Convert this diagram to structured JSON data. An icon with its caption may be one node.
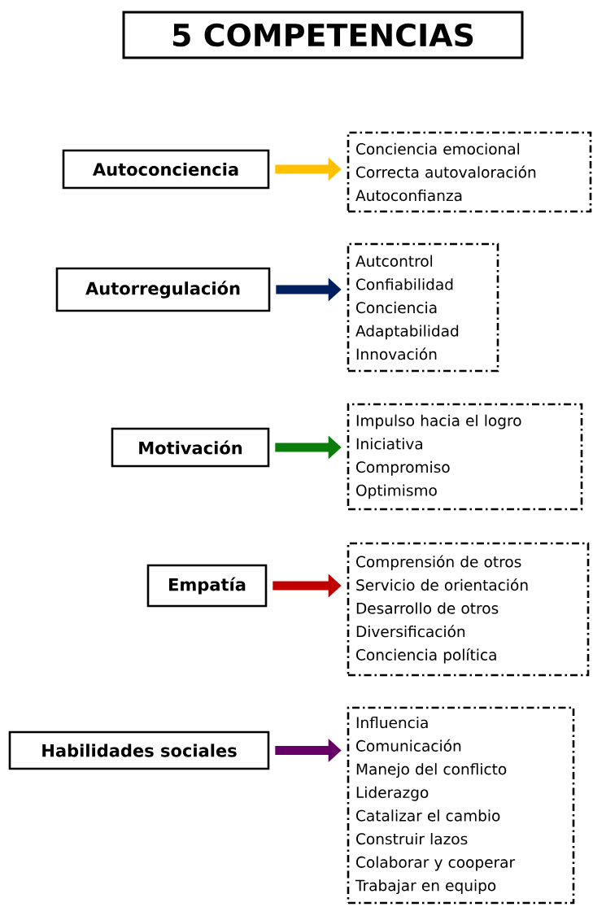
{
  "diagram": {
    "title": "5 COMPETENCIAS",
    "nodes": [
      {
        "text": [
          "Autoconciencia"
        ]
      },
      {
        "text": [
          "Autorregulación"
        ]
      },
      {
        "text": [
          "Motivación"
        ]
      },
      {
        "text": [
          "Empatía"
        ]
      },
      {
        "text": [
          "Habilidades sociales"
        ]
      },
      {
        "text": [
          "Conciencia emocional",
          "Correcta autovaloración",
          "Autoconfianza"
        ]
      },
      {
        "text": [
          "Autcontrol",
          "Confiabilidad",
          "Conciencia",
          "Adaptabilidad",
          "Innovación"
        ]
      },
      {
        "text": [
          "Impulso hacia el logro",
          "Iniciativa",
          "Compromiso",
          "Optimismo"
        ]
      },
      {
        "text": [
          "Comprensión de otros",
          "Servicio de orientación",
          "Desarrollo de otros",
          "Diversificación",
          "Conciencia política"
        ]
      },
      {
        "text": [
          "Influencia",
          "Comunicación",
          "Manejo del conflicto",
          "Liderazgo",
          "Catalizar el cambio",
          "Construir lazos",
          "Colaborar y cooperar",
          "Trabajar en equipo"
        ]
      }
    ],
    "edges": [
      {
        "from": 0,
        "to": 5,
        "arrow": "to",
        "color": "#ffc000"
      },
      {
        "from": 1,
        "to": 6,
        "arrow": "to",
        "color": "#002060"
      },
      {
        "from": 2,
        "to": 7,
        "arrow": "to",
        "color": "#0a7d0a"
      },
      {
        "from": 3,
        "to": 8,
        "arrow": "to",
        "color": "#c00000"
      },
      {
        "from": 4,
        "to": 9,
        "arrow": "to",
        "color": "#660066"
      }
    ]
  }
}
